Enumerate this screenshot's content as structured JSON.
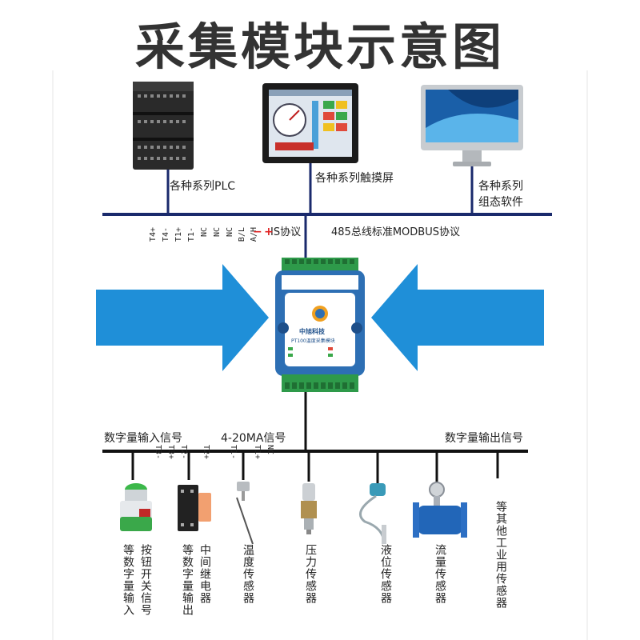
{
  "title": "采集模块示意图",
  "top_devices": {
    "plc_label": "各种系列PLC",
    "touchscreen_label": "各种系列触摸屏",
    "software_label_line1": "各种系列",
    "software_label_line2": "组态软件"
  },
  "bus": {
    "protocol_left": "IS协议",
    "protocol_right": "485总线标准MODBUS协议",
    "top_pins": [
      "T4+",
      "T4-",
      "T1+",
      "T1-",
      "NC",
      "NC",
      "NC",
      "B/L",
      "A/H",
      "−",
      "+"
    ]
  },
  "module": {
    "brand": "中旭科技",
    "name": "PT100温度采集模块"
  },
  "signals": {
    "digital_in": "数字量输入信号",
    "analog": "4-20MA信号",
    "digital_out": "数字量输出信号",
    "bottom_pins": [
      "T3-",
      "T3+",
      "T2-",
      "T2+",
      "T1-",
      "T1+",
      "NC"
    ]
  },
  "sensors": [
    {
      "line1": "按钮开关信号",
      "line2": "等数字量输入"
    },
    {
      "line1": "中间继电器",
      "line2": "等数字量输出"
    },
    {
      "line1": "温度传感器",
      "line2": ""
    },
    {
      "line1": "压力传感器",
      "line2": ""
    },
    {
      "line1": "液位传感器",
      "line2": ""
    },
    {
      "line1": "流量传感器",
      "line2": ""
    },
    {
      "line1": "等其他工业用传感器",
      "line2": ""
    }
  ],
  "colors": {
    "bus_line": "#1a2a6c",
    "arrow": "#1f8fd8",
    "module_body": "#2d6fb4",
    "terminal": "#2e9a4a"
  }
}
